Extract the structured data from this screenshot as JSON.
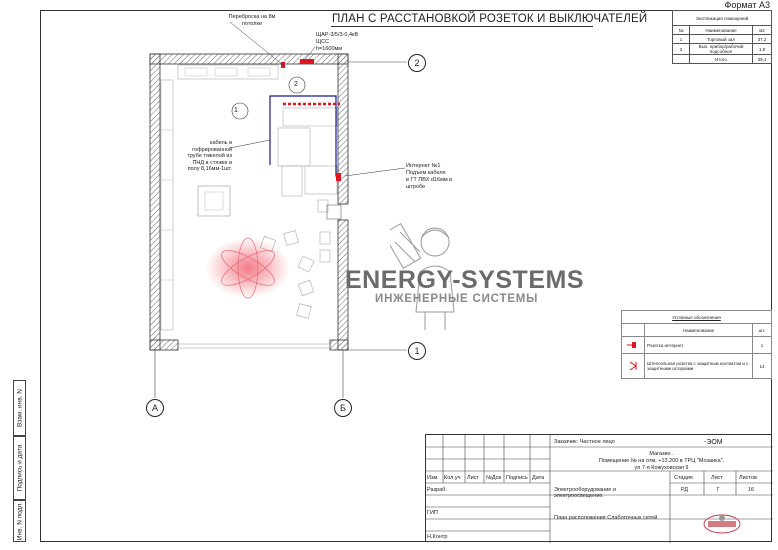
{
  "sheet": {
    "format": "Формат А3",
    "title": "ПЛАН С РАССТАНОВКОЙ РОЗЕТОК И ВЫКЛЮЧАТЕЛЕЙ"
  },
  "side_stamp": {
    "inv_n_podl": "Инв. N подл.",
    "podpis_data": "Подпись и дата",
    "vzam_inv": "Взам. инв. N"
  },
  "annotations": {
    "ceiling_pass": "Переброска на 8м потолке",
    "panel_line1": "ЩАР-3/5/3-0,4кВ",
    "panel_line2": "ЩСС",
    "panel_line3": "h=1600мм",
    "cable_note": "кабель в гофрированной трубе тяжелой из ПНД в стяжке в полу 8,16мм-1шт.",
    "internet_line1": "Интернет №1",
    "internet_line2": "Подъем кабеля",
    "internet_line3": "в ГТ ПВХ d16мм в",
    "internet_line4": "штробе",
    "room_1": "1",
    "room_2": "2"
  },
  "axes": {
    "a2": "2",
    "a1": "1",
    "aA": "А",
    "aB": "Б"
  },
  "explication": {
    "title": "Экспликация помещений",
    "headers": [
      "№",
      "Наименование",
      "м2"
    ],
    "rows": [
      [
        "1",
        "Торговый зал",
        "37,2"
      ],
      [
        "2",
        "Вып. прибор/рабочий подсобное",
        "1,9"
      ],
      [
        "",
        "Итого",
        "39,1"
      ]
    ]
  },
  "legend": {
    "title": "Условные обозначения",
    "headers": [
      "Наименование",
      "шт."
    ],
    "rows": [
      {
        "name": "Розетка интернет",
        "qty": "1"
      },
      {
        "name": "Штепсельная розетка с защитным контактом и с защитными шторками",
        "qty": "14"
      }
    ]
  },
  "watermark": {
    "brand": "ENERGY-SYSTEMS",
    "tagline": "ИНЖЕНЕРНЫЕ СИСТЕМЫ"
  },
  "stamp": {
    "customer": "Заказчик: Частное лицо",
    "code": "-ЭОМ",
    "object_line1": "Магазин .",
    "object_line2": "Помещение № на отм. +13.200 в ТРЦ \"Мозаика\",",
    "object_line3": "ул 7-я Кожуховская 9",
    "izm": "Изм.",
    "kol": "Кол.уч",
    "list": "Лист",
    "ndok": "№Док",
    "podpis": "Подпись",
    "data": "Дата",
    "razrab": "Разраб.",
    "gip": "ГИП",
    "nkontr": "Н.Контр",
    "section": "Электрооборудование и электроосвещение.",
    "stage_h": "Стадия",
    "sheet_h": "Лист",
    "sheets_h": "Листов",
    "stage": "РД",
    "sheet_no": "7",
    "sheets_no": "16",
    "drawing": "План расположения Слаботочных сетей"
  },
  "colors": {
    "cable": "#1a1a8c",
    "panel": "#e0141e",
    "wall": "#555555"
  }
}
